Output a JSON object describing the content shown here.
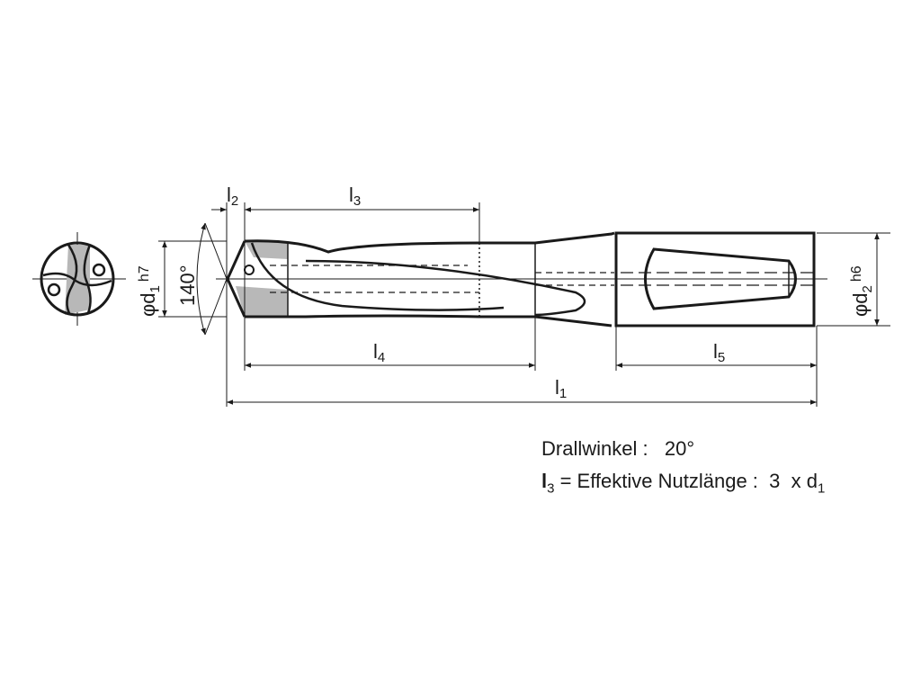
{
  "dimensions": {
    "l1": {
      "base": "l",
      "sub": "1"
    },
    "l2": {
      "base": "l",
      "sub": "2"
    },
    "l3": {
      "base": "l",
      "sub": "3"
    },
    "l4": {
      "base": "l",
      "sub": "4"
    },
    "l5": {
      "base": "l",
      "sub": "5"
    },
    "d1": {
      "prefix": "φd",
      "sub": "1",
      "tol": "h7"
    },
    "d2": {
      "prefix": "φd",
      "sub": "2",
      "tol": "h6"
    },
    "angle": "140°"
  },
  "notes": {
    "twist_label": "Drallwinkel :   20°",
    "length_prefix": "l",
    "length_sub": "3",
    "length_text": " = Effektive Nutzlänge :  3  x d",
    "length_sub2": "1"
  },
  "colors": {
    "line": "#1a1a1a",
    "shade": "#b8b8b8"
  }
}
